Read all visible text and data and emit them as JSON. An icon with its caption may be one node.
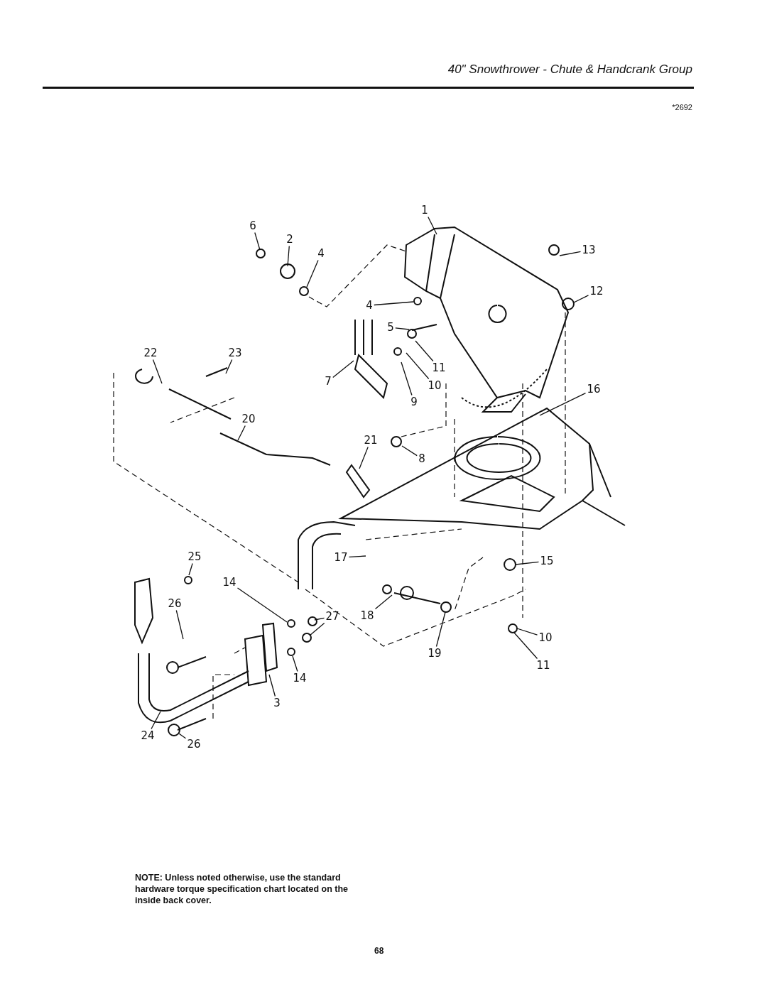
{
  "diagram": {
    "title": "40\" Snowthrower - Chute & Handcrank Group",
    "nodes": [
      {
        "text": [
          "1"
        ]
      },
      {
        "text": [
          "6"
        ]
      },
      {
        "text": [
          "2"
        ]
      },
      {
        "text": [
          "4"
        ]
      },
      {
        "text": [
          "13"
        ]
      },
      {
        "text": [
          "12"
        ]
      },
      {
        "text": [
          "4"
        ]
      },
      {
        "text": [
          "5"
        ]
      },
      {
        "text": [
          "22"
        ]
      },
      {
        "text": [
          "23"
        ]
      },
      {
        "text": [
          "11"
        ]
      },
      {
        "text": [
          "7"
        ]
      },
      {
        "text": [
          "10"
        ]
      },
      {
        "text": [
          "9"
        ]
      },
      {
        "text": [
          "16"
        ]
      },
      {
        "text": [
          "20"
        ]
      },
      {
        "text": [
          "21"
        ]
      },
      {
        "text": [
          "8"
        ]
      },
      {
        "text": [
          "25"
        ]
      },
      {
        "text": [
          "14"
        ]
      },
      {
        "text": [
          "27"
        ]
      },
      {
        "text": [
          "17"
        ]
      },
      {
        "text": [
          "18"
        ]
      },
      {
        "text": [
          "15"
        ]
      },
      {
        "text": [
          "26"
        ]
      },
      {
        "text": [
          "10"
        ]
      },
      {
        "text": [
          "19"
        ]
      },
      {
        "text": [
          "11"
        ]
      },
      {
        "text": [
          "14"
        ]
      },
      {
        "text": [
          "3"
        ]
      },
      {
        "text": [
          "24"
        ]
      },
      {
        "text": [
          "26"
        ]
      }
    ],
    "edges": [
      {
        "from": 0,
        "to": null,
        "arrow": "none"
      },
      {
        "from": 1,
        "to": null,
        "arrow": "none"
      },
      {
        "from": 2,
        "to": null,
        "arrow": "none"
      },
      {
        "from": 3,
        "to": null,
        "arrow": "none"
      },
      {
        "from": 4,
        "to": null,
        "arrow": "none"
      },
      {
        "from": 5,
        "to": null,
        "arrow": "none"
      },
      {
        "from": 6,
        "to": null,
        "arrow": "none"
      },
      {
        "from": 7,
        "to": null,
        "arrow": "none"
      },
      {
        "from": 8,
        "to": null,
        "arrow": "none"
      },
      {
        "from": 9,
        "to": null,
        "arrow": "none"
      },
      {
        "from": 10,
        "to": null,
        "arrow": "none"
      },
      {
        "from": 11,
        "to": null,
        "arrow": "none"
      },
      {
        "from": 12,
        "to": null,
        "arrow": "none"
      },
      {
        "from": 13,
        "to": null,
        "arrow": "none"
      },
      {
        "from": 14,
        "to": null,
        "arrow": "none"
      },
      {
        "from": 15,
        "to": null,
        "arrow": "none"
      },
      {
        "from": 16,
        "to": null,
        "arrow": "none"
      },
      {
        "from": 17,
        "to": null,
        "arrow": "none"
      },
      {
        "from": 18,
        "to": null,
        "arrow": "none"
      },
      {
        "from": 19,
        "to": null,
        "arrow": "none"
      },
      {
        "from": 20,
        "to": null,
        "arrow": "none"
      },
      {
        "from": 20,
        "to": null,
        "arrow": "none"
      },
      {
        "from": 21,
        "to": null,
        "arrow": "none"
      },
      {
        "from": 22,
        "to": null,
        "arrow": "none"
      },
      {
        "from": 23,
        "to": null,
        "arrow": "none"
      },
      {
        "from": 24,
        "to": null,
        "arrow": "none"
      },
      {
        "from": 25,
        "to": null,
        "arrow": "none"
      },
      {
        "from": 26,
        "to": null,
        "arrow": "none"
      },
      {
        "from": 27,
        "to": null,
        "arrow": "none"
      },
      {
        "from": 28,
        "to": null,
        "arrow": "none"
      },
      {
        "from": 29,
        "to": null,
        "arrow": "none"
      },
      {
        "from": 30,
        "to": null,
        "arrow": "none"
      },
      {
        "from": 31,
        "to": null,
        "arrow": "none"
      }
    ],
    "labels": [
      "*2692",
      "NOTE: Unless noted otherwise, use the standard hardware torque specification chart located on the inside back cover.",
      "68"
    ]
  }
}
